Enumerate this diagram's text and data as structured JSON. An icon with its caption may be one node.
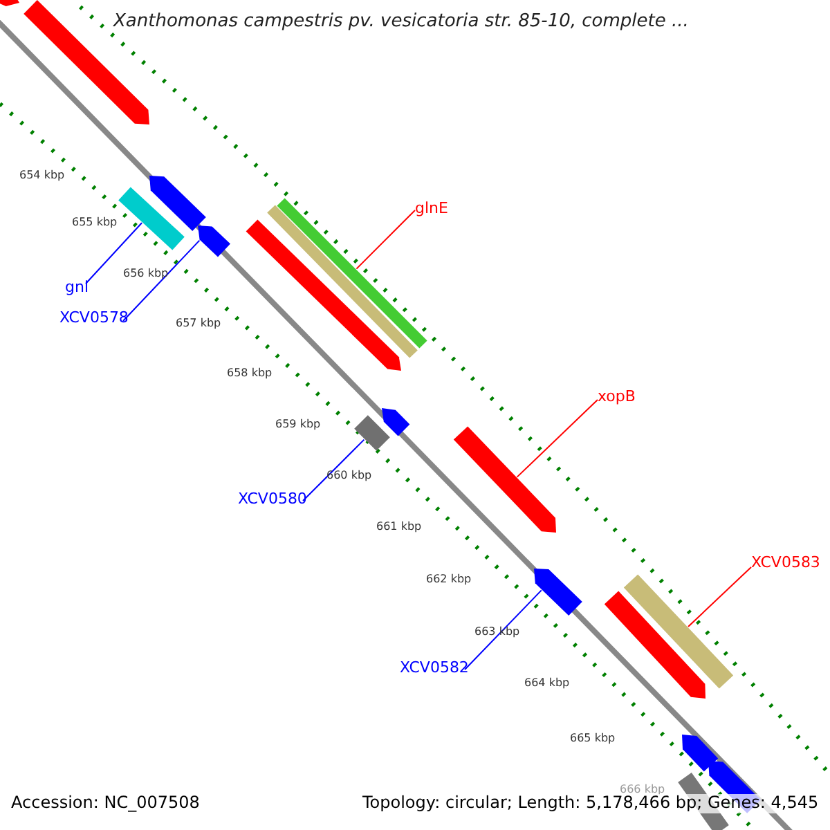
{
  "diagram": {
    "title": "Xanthomonas campestris pv. vesicatoria str. 85-10, complete ...",
    "nodes": [
      {
        "text": [],
        "shape": "arrow"
      },
      {
        "text": [],
        "shape": "arrow"
      },
      {
        "text": [],
        "shape": "arrow"
      },
      {
        "text": [],
        "shape": "bar"
      },
      {
        "text": [],
        "shape": "bar"
      },
      {
        "text": [],
        "shape": "bar"
      },
      {
        "text": [
          "glnE"
        ]
      },
      {
        "text": [],
        "shape": "arrow"
      },
      {
        "text": [],
        "shape": "arrow"
      },
      {
        "text": [
          "gnl"
        ]
      },
      {
        "text": [
          "XCV0578"
        ]
      },
      {
        "text": [
          "xopB"
        ]
      },
      {
        "text": [],
        "shape": "arrow"
      },
      {
        "text": [],
        "shape": "bar"
      },
      {
        "text": [],
        "shape": "arrow"
      },
      {
        "text": [
          "XCV0580"
        ]
      },
      {
        "text": [
          "XCV0583"
        ]
      },
      {
        "text": [],
        "shape": "arrow"
      },
      {
        "text": [],
        "shape": "bar"
      },
      {
        "text": [],
        "shape": "arrow"
      },
      {
        "text": [
          "XCV0582"
        ]
      },
      {
        "text": [],
        "shape": "arrow"
      },
      {
        "text": [],
        "shape": "arrow"
      },
      {
        "text": [],
        "shape": "bar"
      }
    ],
    "edges": [
      {
        "from": 6,
        "to": 4,
        "arrow": "none",
        "color": "#ff0000"
      },
      {
        "from": 9,
        "to": 3,
        "arrow": "none"
      },
      {
        "from": 10,
        "to": 7,
        "arrow": "none"
      },
      {
        "from": 11,
        "to": 14,
        "arrow": "none",
        "color": "#ff0000"
      },
      {
        "from": 15,
        "to": 13,
        "arrow": "none"
      },
      {
        "from": 16,
        "to": 18,
        "arrow": "none",
        "color": "#ff0000"
      },
      {
        "from": 20,
        "to": 17,
        "arrow": "none"
      }
    ],
    "labels": [
      "654 kbp",
      "655 kbp",
      "656 kbp",
      "657 kbp",
      "658 kbp",
      "659 kbp",
      "660 kbp",
      "661 kbp",
      "662 kbp",
      "663 kbp",
      "664 kbp",
      "665 kbp",
      "666 kbp",
      "Accession: NC_007508",
      "Topology: circular; Length: 5,178,466 bp; Genes: 4,545"
    ]
  }
}
